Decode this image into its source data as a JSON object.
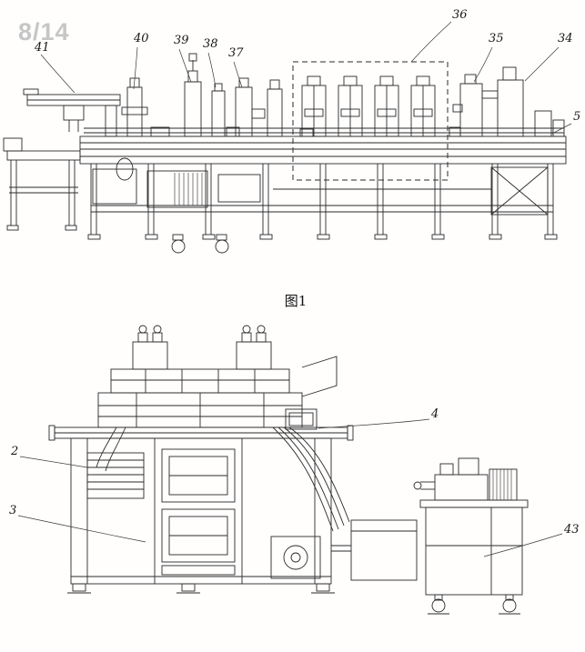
{
  "page": {
    "watermark": "8/14"
  },
  "figure1": {
    "caption": "图1",
    "labels": {
      "n41": "41",
      "n40": "40",
      "n39": "39",
      "n38": "38",
      "n37": "37",
      "n36": "36",
      "n35": "35",
      "n34": "34",
      "n5": "5"
    }
  },
  "figure2": {
    "labels": {
      "n2": "2",
      "n3": "3",
      "n4": "4",
      "n43": "43"
    }
  }
}
